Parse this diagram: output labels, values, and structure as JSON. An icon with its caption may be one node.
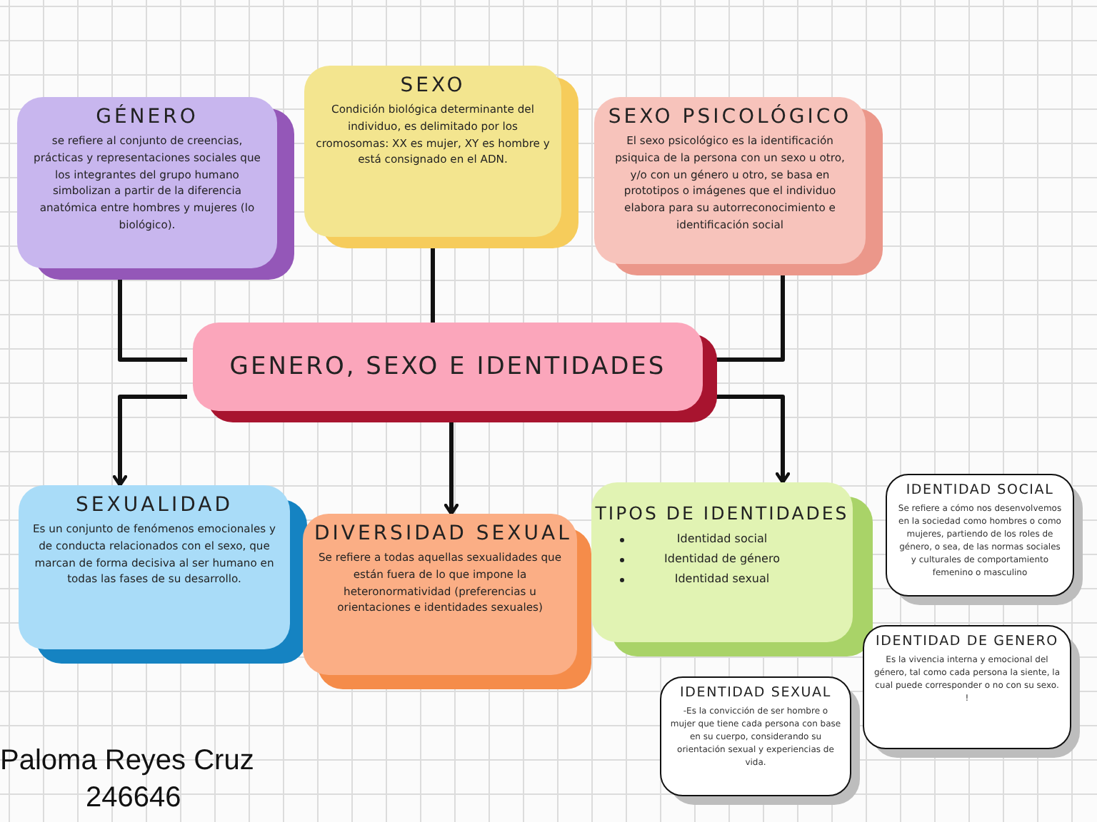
{
  "diagram": {
    "nodes": [
      {
        "text": [
          "GENERO, SEXO E IDENTIDADES"
        ]
      },
      {
        "text": [
          "GÉNERO",
          "se refiere al conjunto de creencias, prácticas y representaciones sociales que los integrantes del grupo humano simbolizan a partir de la diferencia anatómica entre hombres y mujeres (lo biológico)."
        ]
      },
      {
        "text": [
          "SEXO",
          "Condición biológica determinante del individuo, es delimitado por los cromosomas: XX es mujer, XY es hombre y está consignado en el ADN."
        ]
      },
      {
        "text": [
          "SEXO PSICOLÓGICO",
          "El sexo psicológico es la identificación psiquica de la persona con un sexo u otro, y/o con un género u otro, se basa en prototipos o imágenes que el individuo elabora para su autorreconocimiento e identificación social"
        ]
      },
      {
        "text": [
          "SEXUALIDAD",
          "Es un conjunto de fenómenos emocionales y de conducta relacionados con el sexo, que marcan de forma decisiva al ser humano en todas las fases de su desarrollo."
        ]
      },
      {
        "text": [
          "DIVERSIDAD SEXUAL",
          "Se refiere a todas aquellas sexualidades que están fuera de lo que impone la heteronormatividad (preferencias u orientaciones e identidades sexuales)"
        ]
      },
      {
        "text": [
          "TIPOS DE IDENTIDADES",
          "Identidad social",
          "Identidad de género",
          "Identidad sexual"
        ]
      },
      {
        "text": [
          "IDENTIDAD SOCIAL",
          "Se refiere a cómo nos desenvolvemos en la sociedad como hombres o como mujeres, partiendo de los roles de género, o sea, de las normas sociales y culturales de comportamiento femenino o masculino"
        ]
      },
      {
        "text": [
          "IDENTIDAD DE GENERO",
          "Es la vivencia interna y emocional del género, tal como cada persona la siente, la cual puede corresponder o no con su sexo. !"
        ]
      },
      {
        "text": [
          "IDENTIDAD SEXUAL",
          "-Es la convicción de ser hombre o mujer que tiene cada persona con base en su cuerpo, considerando su orientación sexual y experiencias de vida."
        ]
      }
    ],
    "edges": [
      {
        "from": 0,
        "to": 1,
        "arrow": "to"
      },
      {
        "from": 0,
        "to": 2,
        "arrow": "to"
      },
      {
        "from": 0,
        "to": 3,
        "arrow": "to"
      },
      {
        "from": 0,
        "to": 4,
        "arrow": "to"
      },
      {
        "from": 0,
        "to": 5,
        "arrow": "to"
      },
      {
        "from": 0,
        "to": 6,
        "arrow": "to"
      }
    ],
    "labels": [
      "Paloma Reyes Cruz",
      "246646"
    ]
  }
}
